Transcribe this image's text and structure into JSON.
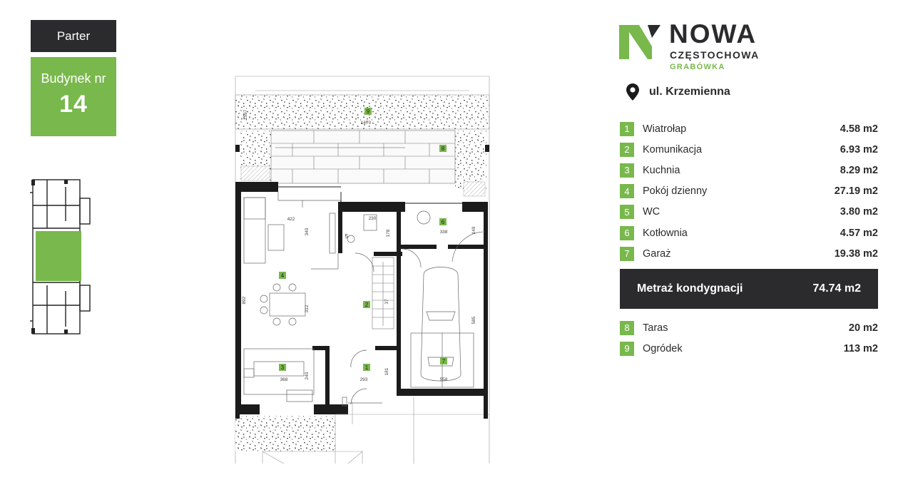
{
  "floor_label": "Parter",
  "building": {
    "label": "Budynek nr",
    "number": "14"
  },
  "logo": {
    "word": "NOWA",
    "city": "CZĘSTOCHOWA",
    "district": "GRABÓWKA"
  },
  "address": "ul. Krzemienna",
  "rooms": [
    {
      "no": "1",
      "name": "Wiatrołap",
      "area": "4.58 m2"
    },
    {
      "no": "2",
      "name": "Komunikacja",
      "area": "6.93 m2"
    },
    {
      "no": "3",
      "name": "Kuchnia",
      "area": "8.29 m2"
    },
    {
      "no": "4",
      "name": "Pokój dzienny",
      "area": "27.19 m2"
    },
    {
      "no": "5",
      "name": "WC",
      "area": "3.80 m2"
    },
    {
      "no": "6",
      "name": "Kotłownia",
      "area": "4.57 m2"
    },
    {
      "no": "7",
      "name": "Garaż",
      "area": "19.38 m2"
    }
  ],
  "total": {
    "label": "Metraż kondygnacji",
    "value": "74.74 m2"
  },
  "extras": [
    {
      "no": "8",
      "name": "Taras",
      "area": "20 m2"
    },
    {
      "no": "9",
      "name": "Ogródek",
      "area": "113 m2"
    }
  ],
  "plan_labels": {
    "r1": "1",
    "r2": "2",
    "r3": "3",
    "r4": "4",
    "r5": "5",
    "r6": "6",
    "r7": "7",
    "r8": "8",
    "r9": "9"
  },
  "dimensions": {
    "d1670": "1670",
    "d1597": "1597",
    "d422": "422",
    "d340": "340",
    "d892": "892",
    "d312": "312",
    "d230": "230",
    "d178": "178",
    "d338": "338",
    "d149": "149",
    "d585": "585",
    "d368": "368",
    "d240": "240",
    "d293": "293",
    "d181": "181",
    "d37": "37",
    "d558": "558"
  },
  "colors": {
    "accent": "#79b84c",
    "dark": "#2b2b2e"
  }
}
